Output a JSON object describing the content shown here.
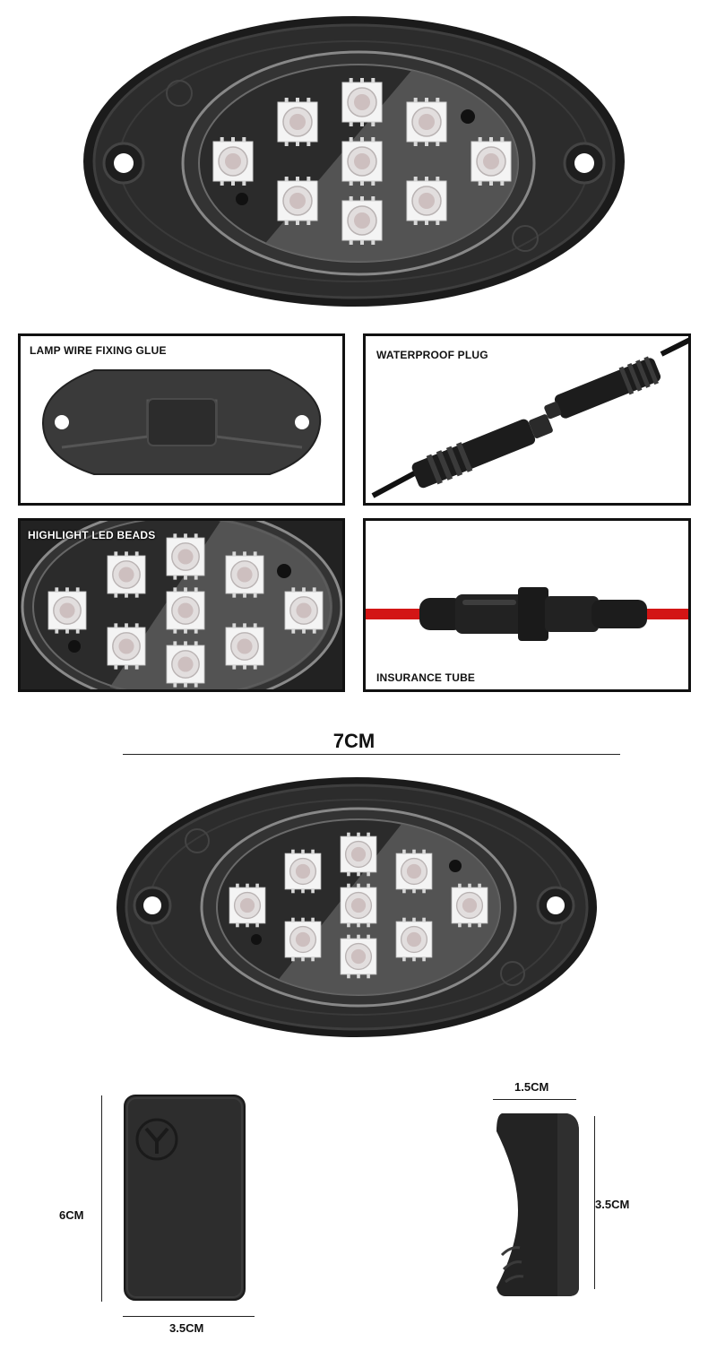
{
  "panels": {
    "glue_label": "LAMP WIRE FIXING GLUE",
    "plug_label": "WATERPROOF PLUG",
    "beads_label": "HIGHLIGHT LED BEADS",
    "fuse_label": "INSURANCE TUBE"
  },
  "dimensions": {
    "length": "7CM",
    "height": "6CM",
    "width": "3.5CM",
    "thickness": "1.5CM",
    "side_height": "3.5CM"
  },
  "colors": {
    "housing": "#2a2a2a",
    "wire_red": "#d31515",
    "led_white": "#f4f4f4"
  }
}
